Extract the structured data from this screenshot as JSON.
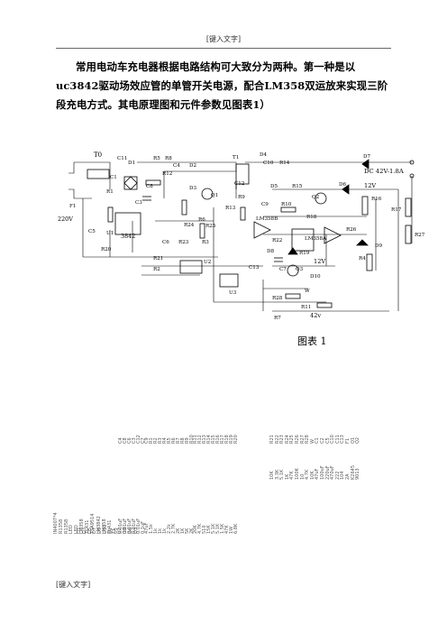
{
  "header": {
    "text": "[键入文字]"
  },
  "intro": {
    "paragraph": "常用电动车充电器根据电路结构可大致分为两种。第一种是以uc3842驱动场效应管的单管开关电源，配合LM358双运放来实现三阶段充电方式。其电原理图和元件参数见图表1）"
  },
  "schematic": {
    "labels": {
      "T0": "T0",
      "F1": "F1",
      "v220": "220V",
      "C11": "C11",
      "R5": "R5",
      "R8": "R8",
      "D1": "D1",
      "C1": "C1",
      "C4": "C4",
      "D2": "D2",
      "D3": "D3",
      "C8": "C8",
      "R12": "R12",
      "R1": "R1",
      "C3": "C3",
      "Q1": "Q1",
      "C5": "C5",
      "U1": "U1",
      "ic": "3842",
      "R24": "R24",
      "R6": "R6",
      "R25": "R25",
      "R20": "R20",
      "C6": "C6",
      "R23": "R23",
      "R3": "R3",
      "R21": "R21",
      "R2": "R2",
      "U2": "U2",
      "T1": "T1",
      "C12": "C12",
      "D4": "D4",
      "C10": "C10",
      "R14": "R14",
      "D5": "D5",
      "R15": "R15",
      "C9": "C9",
      "R10": "R10",
      "R18": "R18",
      "Q2": "Q2",
      "D6": "D6",
      "v12a": "12V",
      "D7": "D7",
      "out": "DC 42V-1.8A",
      "R16": "R16",
      "R17": "R17",
      "R27": "R27",
      "R9": "R9",
      "R13": "R13",
      "lm358b": "LM358B",
      "lm358a": "LM358A",
      "R22": "R22",
      "R26": "R26",
      "D8": "D8",
      "D9": "D9",
      "R4": "R4",
      "C7": "C7",
      "R19": "R19",
      "v12b": "12V",
      "Q3": "Q3",
      "D10": "D10",
      "C13": "C13",
      "U3": "U3",
      "R28": "R28",
      "R11": "R11",
      "R7": "R7",
      "v42": "42v",
      "W": "W"
    }
  },
  "figure_caption": "图表 1",
  "parts": {
    "col1": "IN4007*4\nR1358\nR1358\nLED\nLED\nLM358\nTL431\nTSA9514",
    "col2": "D1\nD3\nD5\nD7\nD9\nD10\nU1\nU3",
    "col3": "LM3842\nLM358\nTL431\nT1\nU2\nD8\nD6\nQ3",
    "col4": "0.01uF\n0.01uF\n0.01uF\n0.01uF\n0.01uF\n0.1uF\n47uF\n1.5k\n1k\n1k\n1k\n2.2k\n2.7K\n2K\n1K\n5K\n2K\n20K\n4.7K\n510\n15K\n5.1K\n5.1K\n1.5K\n47K\n1W\n6.8K",
    "col5": "C4\nC8\nC6\nC3\nC12\nC7\nC9\nR1\nR2\nR3\nR4\nR5\nR6\nR7\nR8\nR9\nR10\nR11\nR12\nR13\nR14\nR15\nR16\nR17\nR18\nR19\nR20",
    "col6": "R21\nR22\nR23\nR24\nR25\nR26\nR27\nR28\nW\nC1\nC2\nC5\nC10\nC11\nC13\nF1\nQ1\nQ2",
    "col7": "10K\n3.3K\n5.1K\n1K\n47K\n100K\n10\n4.7K\n10K\n47uF\n100uF\n220uF\n470uF\n222\n104\n2A\nK2645\n9013"
  },
  "footer": {
    "text": "[键入文字]"
  }
}
